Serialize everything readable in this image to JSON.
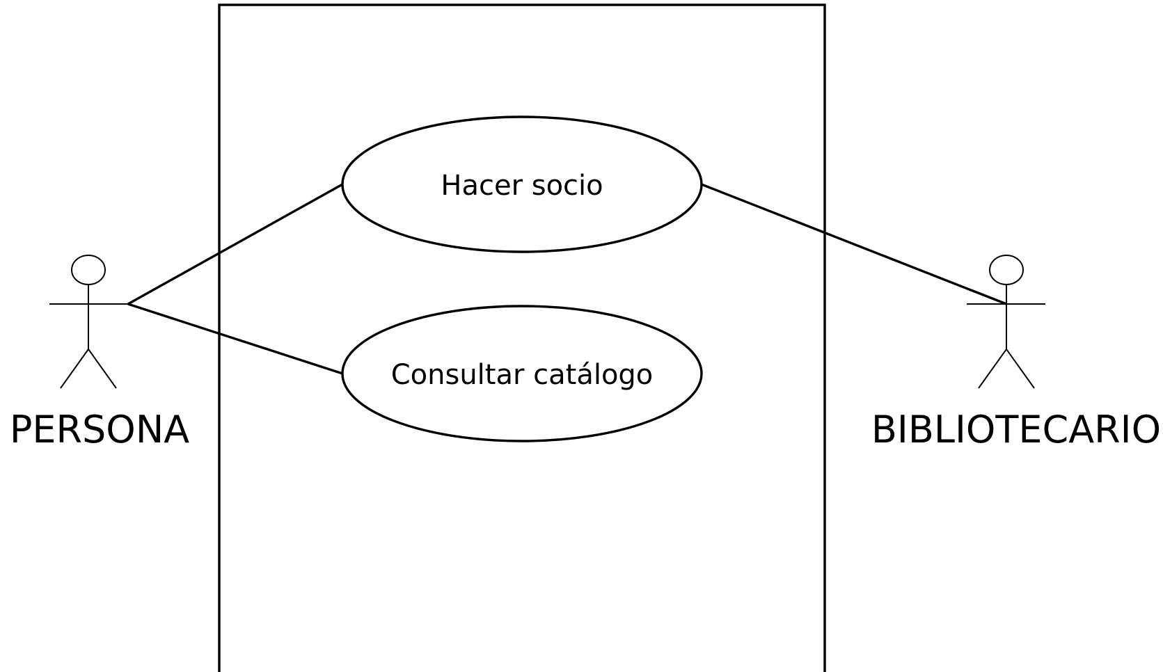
{
  "actors": [
    {
      "id": "persona",
      "label": "PERSONA"
    },
    {
      "id": "bibliotecario",
      "label": "BIBLIOTECARIO"
    }
  ],
  "use_cases": [
    {
      "id": "hacer-socio",
      "label": "Hacer socio"
    },
    {
      "id": "consultar-catalogo",
      "label": "Consultar catálogo"
    }
  ],
  "associations": [
    {
      "actor": "persona",
      "use_case": "hacer-socio"
    },
    {
      "actor": "persona",
      "use_case": "consultar-catalogo"
    },
    {
      "actor": "bibliotecario",
      "use_case": "hacer-socio"
    }
  ],
  "colors": {
    "line": "#000000",
    "background": "#ffffff"
  }
}
